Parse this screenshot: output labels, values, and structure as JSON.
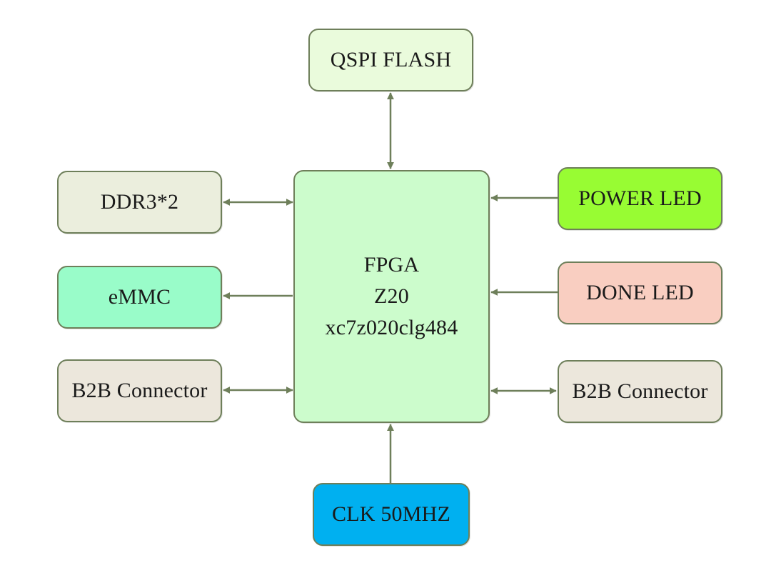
{
  "colors": {
    "connector_line": "#6e7f5a",
    "block_border": "#6e7f5a",
    "qspi_fill": "#eafbdc",
    "fpga_fill": "#ccfccc",
    "ddr_fill": "#ebeedd",
    "emmc_fill": "#99fcc9",
    "b2b_fill": "#ece7dc",
    "power_led_fill": "#98fc33",
    "done_led_fill": "#f9cec1",
    "clk_fill": "#00b0f0"
  },
  "blocks": {
    "qspi_flash": "QSPI  FLASH",
    "ddr3": "DDR3*2",
    "emmc": "eMMC",
    "b2b_left": "B2B  Connector",
    "power_led": "POWER LED",
    "done_led": "DONE LED",
    "b2b_right": "B2B  Connector",
    "clk": "CLK 50MHZ",
    "fpga": {
      "line1": "FPGA",
      "line2": "Z20",
      "line3": "xc7z020clg484"
    }
  }
}
